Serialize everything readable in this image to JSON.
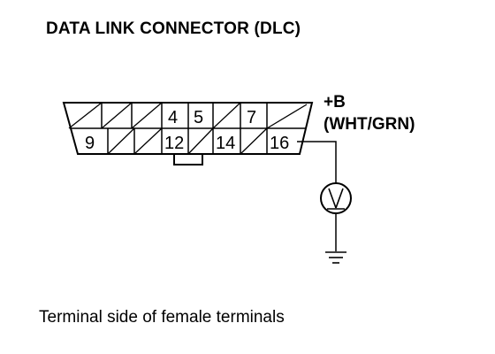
{
  "title": "DATA LINK CONNECTOR (DLC)",
  "caption": "Terminal side of female terminals",
  "terminals": {
    "t4": "4",
    "t5": "5",
    "t7": "7",
    "t9": "9",
    "t12": "12",
    "t14": "14",
    "t16": "16"
  },
  "power": {
    "label": "+B",
    "wire_color": "(WHT/GRN)"
  },
  "meter": {
    "symbol": "V"
  }
}
